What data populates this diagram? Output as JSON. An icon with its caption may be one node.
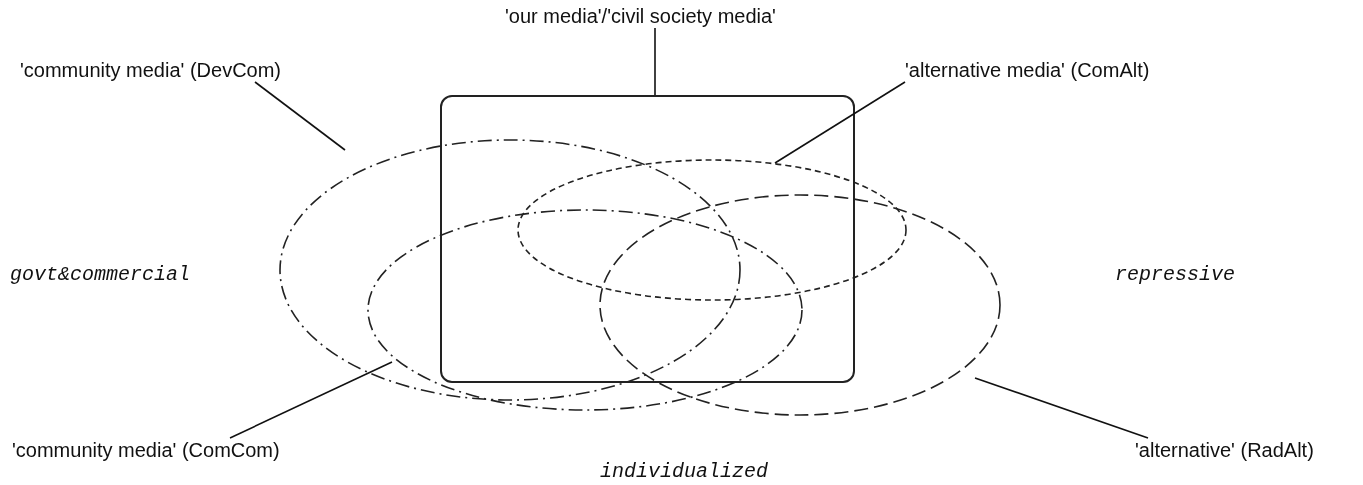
{
  "diagram": {
    "nodes": [
      {
        "text": [
          "'our media'/'civil society media'"
        ]
      },
      {
        "text": [],
        "shape": "box"
      },
      {
        "text": [
          "'community media' (DevCom)"
        ]
      },
      {
        "text": [],
        "shape": "ellipse"
      },
      {
        "text": [
          "'alternative media' (ComAlt)"
        ]
      },
      {
        "text": [],
        "shape": "ellipse"
      },
      {
        "text": [
          "'community media' (ComCom)"
        ]
      },
      {
        "text": [],
        "shape": "ellipse"
      },
      {
        "text": [
          "'alternative' (RadAlt)"
        ]
      },
      {
        "text": [],
        "shape": "ellipse"
      }
    ],
    "edges": [
      {
        "from": 0,
        "to": 1,
        "arrow": "none"
      },
      {
        "from": 2,
        "to": 3,
        "arrow": "none"
      },
      {
        "from": 4,
        "to": 5,
        "arrow": "none"
      },
      {
        "from": 6,
        "to": 7,
        "arrow": "none"
      },
      {
        "from": 8,
        "to": 9,
        "arrow": "none"
      }
    ],
    "labels": [
      "govt&commercial",
      "repressive",
      "individualized"
    ]
  }
}
